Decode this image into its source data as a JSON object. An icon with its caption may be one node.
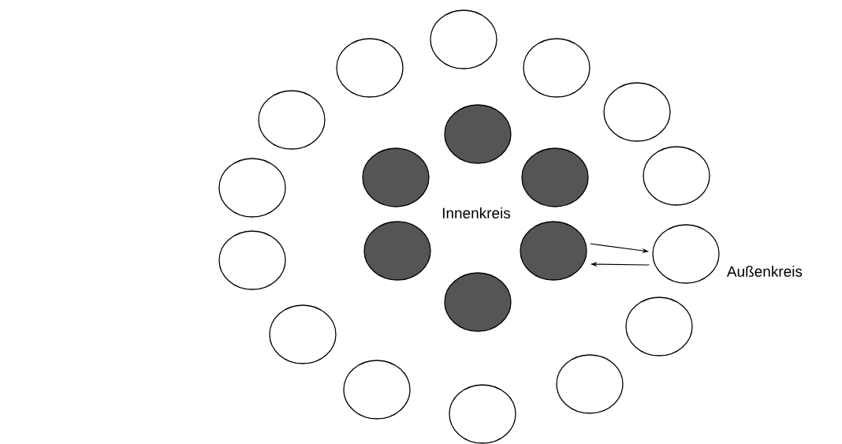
{
  "diagram": {
    "nodes": [
      {
        "text": [],
        "shape": "circle"
      },
      {
        "text": [],
        "shape": "circle"
      },
      {
        "text": [],
        "shape": "circle"
      },
      {
        "text": [],
        "shape": "circle"
      },
      {
        "text": [],
        "shape": "circle"
      },
      {
        "text": [],
        "shape": "circle"
      },
      {
        "text": [],
        "shape": "circle"
      },
      {
        "text": [],
        "shape": "circle"
      },
      {
        "text": [],
        "shape": "circle"
      },
      {
        "text": [],
        "shape": "circle"
      },
      {
        "text": [],
        "shape": "circle"
      },
      {
        "text": [],
        "shape": "circle"
      },
      {
        "text": [],
        "shape": "circle",
        "beside": [
          "Außenkreis"
        ]
      },
      {
        "text": [],
        "shape": "circle"
      },
      {
        "text": [],
        "shape": "circle"
      },
      {
        "text": [],
        "shape": "circle"
      },
      {
        "text": [],
        "shape": "circle"
      },
      {
        "text": [],
        "shape": "circle"
      },
      {
        "text": [],
        "shape": "circle"
      },
      {
        "text": [],
        "shape": "circle"
      }
    ],
    "edges": [
      {
        "from": 11,
        "to": 12,
        "arrow": "to"
      },
      {
        "from": 12,
        "to": 11,
        "arrow": "to"
      }
    ],
    "labels": [
      "Innenkreis"
    ]
  }
}
